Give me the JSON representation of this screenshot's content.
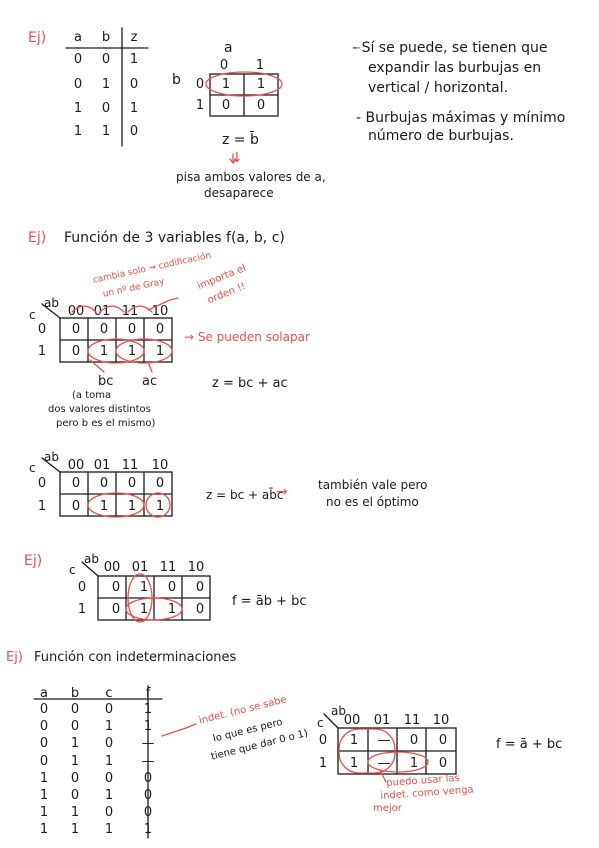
{
  "colors": {
    "ink": "#1a1a1a",
    "accent": "#e8514a"
  },
  "ex1": {
    "label": "Ej)",
    "headers": [
      "a",
      "b",
      "z"
    ],
    "rows": [
      [
        "0",
        "0",
        "1"
      ],
      [
        "0",
        "1",
        "0"
      ],
      [
        "1",
        "0",
        "1"
      ],
      [
        "1",
        "1",
        "0"
      ]
    ],
    "kmap": {
      "top_var": "a",
      "left_var": "b",
      "cols": [
        "0",
        "1"
      ],
      "rows": [
        "0",
        "1"
      ],
      "cells": [
        [
          "1",
          "1"
        ],
        [
          "0",
          "0"
        ]
      ]
    },
    "result": "z = b̄",
    "arrow": "↓",
    "note_line1": "pisa ambos valores de a,",
    "note_line2": "desaparece",
    "bullet1_line1": "- Sí se puede, se tienen que",
    "bullet1_line2": "expandir las burbujas en",
    "bullet1_line3": "vertical / horizontal.",
    "bullet2_line1": "- Burbujas máximas y mínimo",
    "bullet2_line2": "número de burbujas."
  },
  "ex2": {
    "label": "Ej)",
    "title": "Función de 3 variables f(a, b, c)",
    "corner_ab": "ab",
    "corner_c": "c",
    "cols": [
      "00",
      "01",
      "11",
      "10"
    ],
    "rows": [
      "0",
      "1"
    ],
    "cells": [
      [
        "0",
        "0",
        "0",
        "0"
      ],
      [
        "0",
        "1",
        "1",
        "1"
      ]
    ],
    "gray_note_line1": "cambia solo → codificación",
    "gray_note_line2": "un nº   de Gray",
    "order_note_line1": "importa el",
    "order_note_line2": "orden !!",
    "overlap_note": "→ Se pueden solapar",
    "bc_label": "bc",
    "ac_label": "ac",
    "bc_note_line1": "(a toma",
    "bc_note_line2": "dos valores distintos",
    "bc_note_line3": "pero b es el mismo)",
    "result": "z = bc + ac",
    "kmap2_cells": [
      [
        "0",
        "0",
        "0",
        "0"
      ],
      [
        "0",
        "1",
        "1",
        "1"
      ]
    ],
    "result2": "z = bc + ab̄c",
    "also_note_line1": "también vale pero",
    "also_note_line2": "no es el óptimo"
  },
  "ex3": {
    "label": "Ej)",
    "cells": [
      [
        "0",
        "1",
        "0",
        "0"
      ],
      [
        "0",
        "1",
        "1",
        "0"
      ]
    ],
    "result": "f = āb + bc"
  },
  "ex4": {
    "label": "Ej)",
    "title": "Función con indeterminaciones",
    "headers": [
      "a",
      "b",
      "c",
      "f"
    ],
    "rows": [
      [
        "0",
        "0",
        "0",
        "1"
      ],
      [
        "0",
        "0",
        "1",
        "1"
      ],
      [
        "0",
        "1",
        "0",
        "—"
      ],
      [
        "0",
        "1",
        "1",
        "—"
      ],
      [
        "1",
        "0",
        "0",
        "0"
      ],
      [
        "1",
        "0",
        "1",
        "0"
      ],
      [
        "1",
        "1",
        "0",
        "0"
      ],
      [
        "1",
        "1",
        "1",
        "1"
      ]
    ],
    "indet_note_line1": "indet. (no se sabe",
    "indet_note_line2": "lo que es pero",
    "indet_note_line3": "tiene que dar 0 o 1)",
    "kmap_cells": [
      [
        "1",
        "—",
        "0",
        "0"
      ],
      [
        "1",
        "—",
        "1",
        "0"
      ]
    ],
    "result": "f = ā + bc",
    "use_note_line1": "puedo usar las",
    "use_note_line2": "indet. como venga",
    "use_note_line3": "mejor"
  }
}
